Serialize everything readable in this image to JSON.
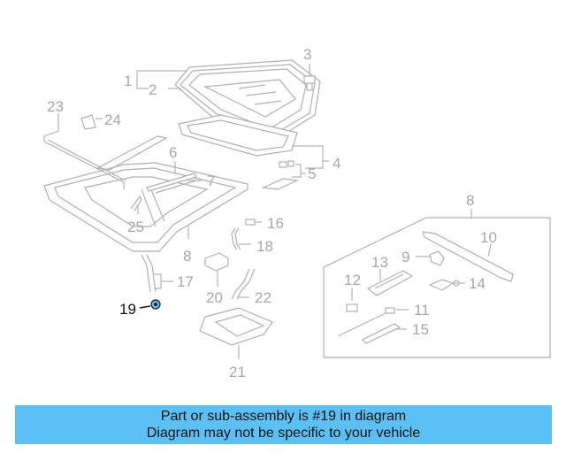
{
  "highlight_color": "#5bc0f4",
  "highlighted_part": "19",
  "callouts": {
    "c1": "1",
    "c2": "2",
    "c3": "3",
    "c4": "4",
    "c5": "5",
    "c6": "6",
    "c7": "7",
    "c8a": "8",
    "c8b": "8",
    "c9": "9",
    "c10": "10",
    "c11": "11",
    "c12": "12",
    "c13": "13",
    "c14": "14",
    "c15": "15",
    "c16": "16",
    "c17": "17",
    "c18": "18",
    "c19": "19",
    "c20": "20",
    "c21": "21",
    "c22": "22",
    "c23": "23",
    "c24": "24",
    "c25": "25"
  },
  "banner": {
    "line1": "Part or sub-assembly is #19 in diagram",
    "line2": "Diagram may not be specific to your vehicle"
  }
}
